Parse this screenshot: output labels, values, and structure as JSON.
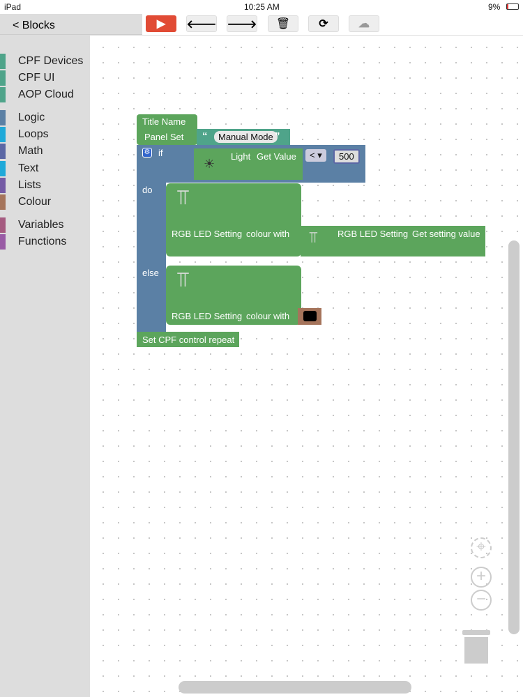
{
  "status": {
    "device": "iPad",
    "time": "10:25 AM",
    "battery": "9%"
  },
  "sidebar": {
    "back": "< Blocks",
    "categories": [
      {
        "label": "CPF Devices",
        "color": "#4fa48a"
      },
      {
        "label": "CPF UI",
        "color": "#4fa48a"
      },
      {
        "label": "AOP Cloud",
        "color": "#4fa48a"
      },
      {
        "label": "Logic",
        "color": "#5b80a5"
      },
      {
        "label": "Loops",
        "color": "#1fa9d9"
      },
      {
        "label": "Math",
        "color": "#5b67a5"
      },
      {
        "label": "Text",
        "color": "#1fa9d9"
      },
      {
        "label": "Lists",
        "color": "#745ba5"
      },
      {
        "label": "Colour",
        "color": "#a5745b"
      },
      {
        "label": "Variables",
        "color": "#a55b80"
      },
      {
        "label": "Functions",
        "color": "#995ba5"
      }
    ]
  },
  "toolbar": {
    "run": "▶",
    "undo": "🡐",
    "redo": "🡒",
    "delete": "🗑",
    "refresh": "⟳",
    "upload": "☁"
  },
  "blocks": {
    "title_name": "Title Name",
    "panel_set": "Panel Set",
    "open_quote": "“",
    "text_value": "Manual Mode",
    "close_quote": "”",
    "if": "if",
    "light": "Light",
    "get_value": "Get Value",
    "op": "< ▾",
    "number": "500",
    "do": "do",
    "else": "else",
    "rgb_setting": "RGB LED Setting",
    "colour_with": "colour with",
    "get_setting": "Get setting value",
    "colour_value": "#000000",
    "repeat": "Set CPF control repeat"
  },
  "controls": {
    "center": "⌖",
    "zoom_in": "+",
    "zoom_out": "−"
  }
}
